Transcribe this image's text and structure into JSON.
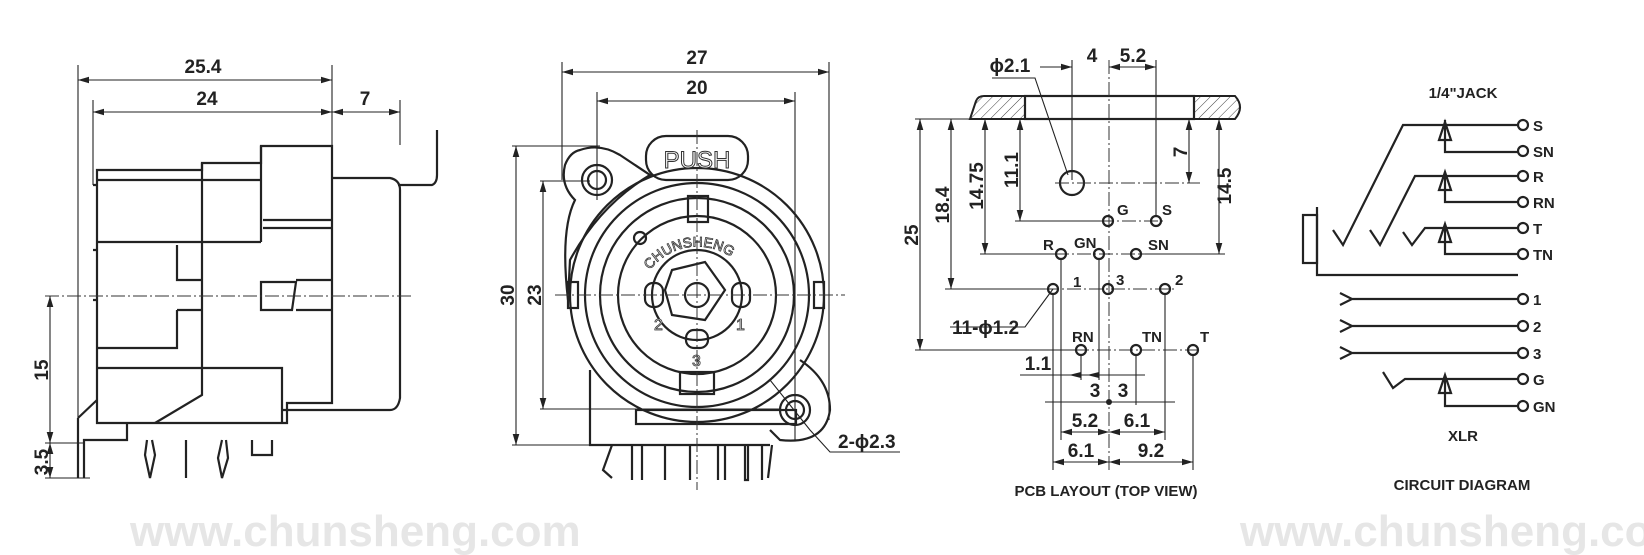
{
  "watermark": "www.chunsheng.com",
  "side_view": {
    "dims": {
      "overall_length": "25.4",
      "body_length": "24",
      "front": "7",
      "center_height": "15",
      "pin_length": "3.5"
    }
  },
  "front_view": {
    "dims": {
      "flange_width": "27",
      "hole_spacing_h": "20",
      "flange_height": "30",
      "hole_spacing_v": "23",
      "mount_holes": "2-ϕ2.3"
    },
    "push_label": "PUSH",
    "brand": "CHUNSHENG",
    "pins": {
      "p1": "1",
      "p2": "2",
      "p3": "3"
    }
  },
  "pcb_layout": {
    "title": "PCB LAYOUT (TOP VIEW)",
    "dims": {
      "hole": "ϕ2.1",
      "top_a": "4",
      "top_b": "5.2",
      "v25": "25",
      "v18": "18.4",
      "v14": "14.75",
      "v11": "11.1",
      "v7": "7",
      "v145": "14.5",
      "pin_holes": "11-ϕ1.2",
      "h11": "1.1",
      "h3a": "3",
      "h3b": "3",
      "h52": "5.2",
      "h61a": "6.1",
      "h61b": "6.1",
      "h92": "9.2"
    },
    "pins": {
      "G": "G",
      "S": "S",
      "R": "R",
      "GN": "GN",
      "SN": "SN",
      "p1": "1",
      "p3": "3",
      "p2": "2",
      "RN": "RN",
      "TN": "TN",
      "T": "T"
    }
  },
  "circuit": {
    "title": "CIRCUIT DIAGRAM",
    "jack_label": "1/4\"JACK",
    "xlr_label": "XLR",
    "terminals": [
      "S",
      "SN",
      "R",
      "RN",
      "T",
      "TN",
      "1",
      "2",
      "3",
      "G",
      "GN"
    ]
  }
}
